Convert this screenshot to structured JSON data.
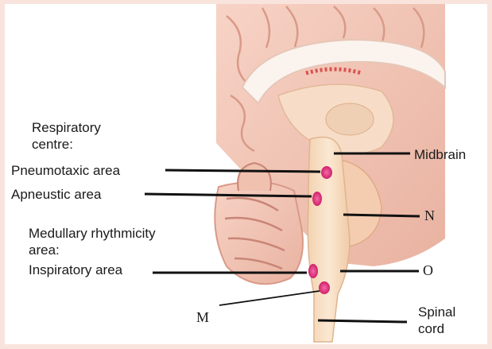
{
  "labels": {
    "respiratory_centre": "Respiratory",
    "respiratory_centre_2": "centre:",
    "pneumotaxic": "Pneumotaxic area",
    "apneustic": "Apneustic area",
    "medullary": "Medullary rhythmicity",
    "medullary_2": "area:",
    "inspiratory": "Inspiratory area",
    "midbrain": "Midbrain",
    "n": "N",
    "o": "O",
    "m": "M",
    "spinal": "Spinal",
    "spinal_2": "cord"
  },
  "colors": {
    "background": "#f9e4dd",
    "tissue_pink": "#f2c4b6",
    "tissue_dark": "#d99a87",
    "brainstem": "#f6dcc0",
    "highlight_dot": "#e0307a"
  }
}
